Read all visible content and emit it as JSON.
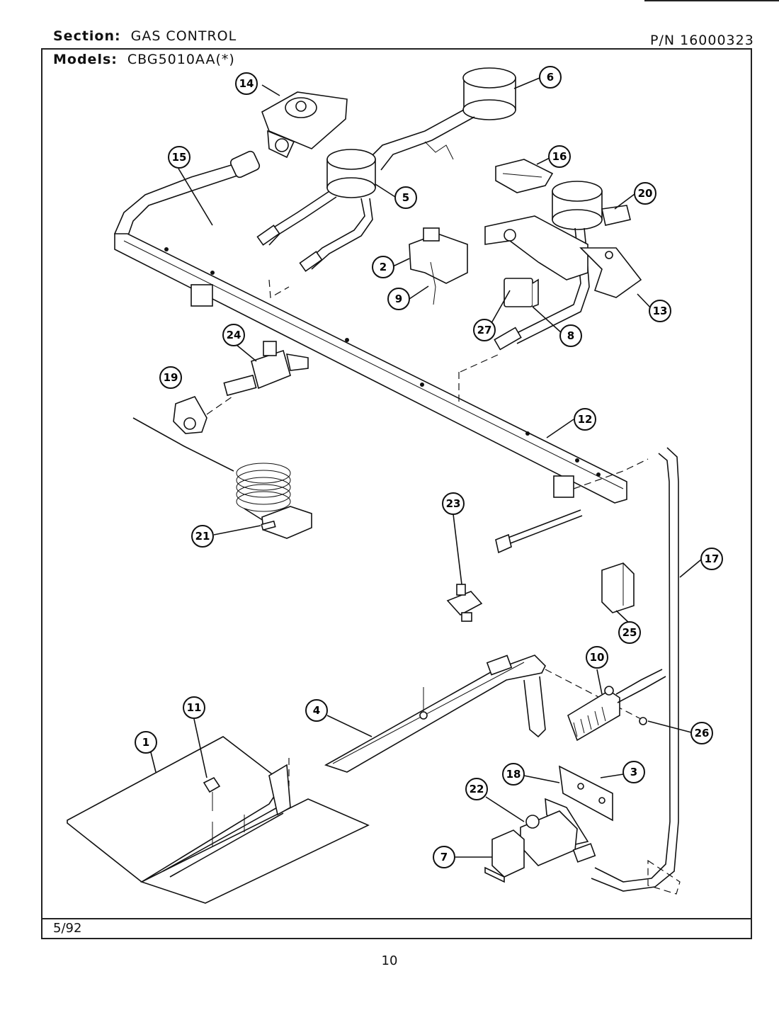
{
  "header": {
    "section_label": "Section:",
    "section_value": "GAS CONTROL",
    "part_number": "P/N 16000323",
    "models_label": "Models:",
    "models_value": "CBG5010AA(*)"
  },
  "footer": {
    "date": "5/92",
    "page_number": "10"
  },
  "callouts": [
    "1",
    "2",
    "3",
    "4",
    "5",
    "6",
    "7",
    "8",
    "9",
    "10",
    "11",
    "12",
    "13",
    "14",
    "15",
    "16",
    "17",
    "18",
    "19",
    "20",
    "21",
    "22",
    "23",
    "24",
    "25",
    "26",
    "27"
  ]
}
